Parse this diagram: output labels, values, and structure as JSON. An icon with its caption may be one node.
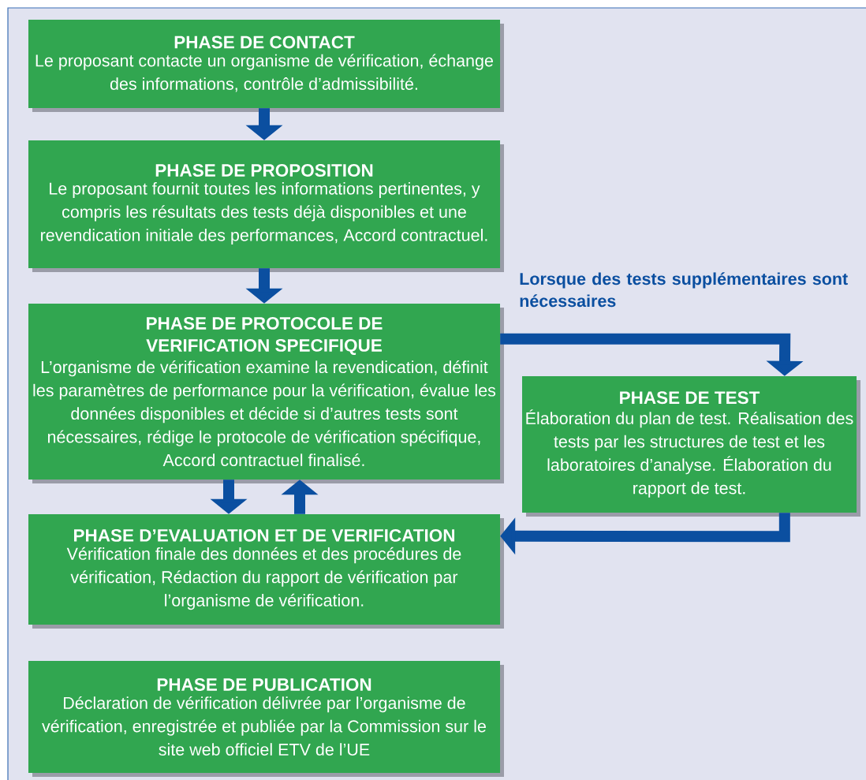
{
  "diagram": {
    "nodes": [
      {
        "text": [
          "PHASE DE CONTACT",
          "Le proposant contacte un organisme de vérification, échange des informations, contrôle d’admissibilité."
        ]
      },
      {
        "text": [
          "PHASE DE PROPOSITION",
          "Le proposant fournit toutes les informations pertinentes, y compris les résultats des tests déjà disponibles et une revendication initiale des performances, Accord contractuel."
        ]
      },
      {
        "text": [
          "PHASE DE PROTOCOLE DE VERIFICATION SPECIFIQUE",
          "L’organisme de vérification examine la revendication, définit les paramètres de performance pour la vérification, évalue les données disponibles et décide si d’autres tests sont nécessaires, rédige le protocole de vérification spécifique, Accord contractuel finalisé."
        ]
      },
      {
        "text": [
          "PHASE DE TEST",
          "Élaboration du plan de test. Réalisation des tests par les structures de test et les laboratoires d’analyse. Élaboration du rapport de test."
        ]
      },
      {
        "text": [
          "PHASE D’EVALUATION ET DE VERIFICATION",
          "Vérification finale des données et des procédures de vérification, Rédaction du rapport de vérification par l’organisme de vérification."
        ]
      },
      {
        "text": [
          "PHASE DE PUBLICATION",
          "Déclaration de vérification délivrée par l’organisme de vérification, enregistrée et publiée par la Commission sur le site web officiel ETV de l’UE"
        ]
      }
    ],
    "edges": [
      {
        "from": 0,
        "to": 1,
        "arrow": "to"
      },
      {
        "from": 1,
        "to": 2,
        "arrow": "to"
      },
      {
        "from": 2,
        "to": 4,
        "arrow": "to"
      },
      {
        "from": 4,
        "to": 2,
        "arrow": "to"
      },
      {
        "from": 2,
        "to": 3,
        "arrow": "to",
        "label": "Lorsque des tests supplémentaires sont nécessaires"
      },
      {
        "from": 3,
        "to": 4,
        "arrow": "to"
      }
    ]
  }
}
